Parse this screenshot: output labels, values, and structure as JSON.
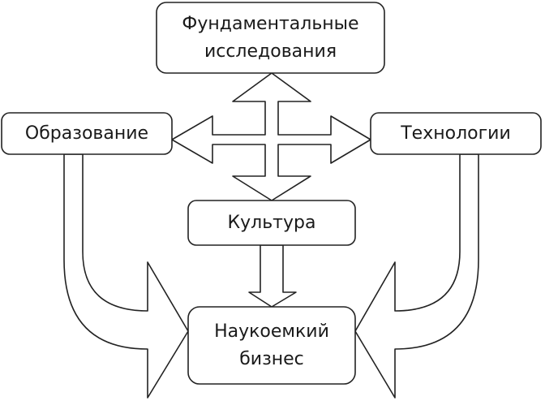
{
  "nodes": {
    "fundamental": "Фундаментальные исследования",
    "education": "Образование",
    "technology": "Технологии",
    "culture": "Культура",
    "business": "Наукоемкий бизнес"
  },
  "colors": {
    "stroke": "#222222",
    "background": "#ffffff"
  }
}
